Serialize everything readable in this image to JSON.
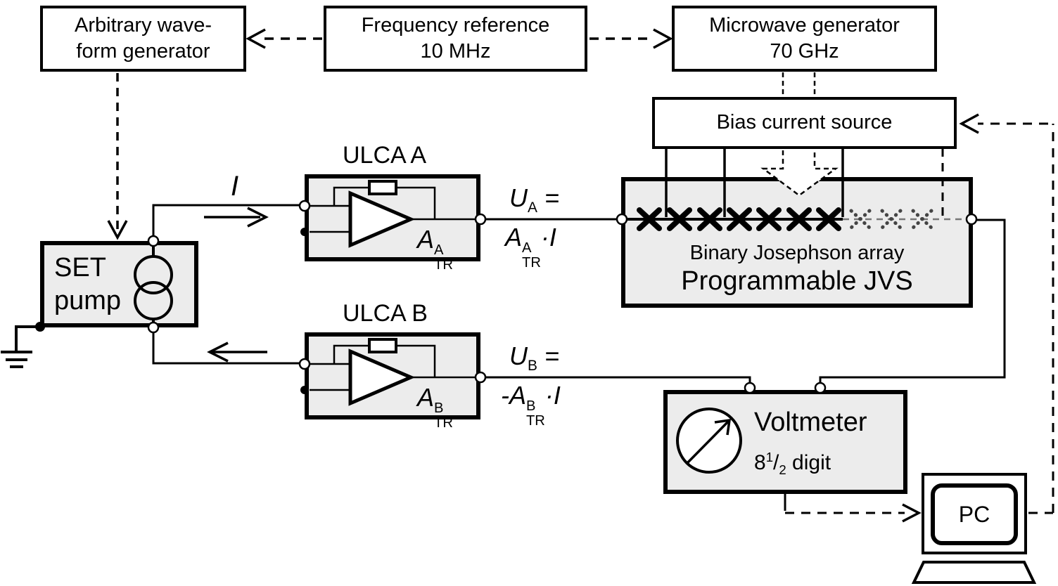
{
  "boxes": {
    "awg": {
      "line1": "Arbitrary wave-",
      "line2": "form generator"
    },
    "freq_ref": {
      "line1": "Frequency reference",
      "line2": "10 MHz"
    },
    "microwave": {
      "line1": "Microwave generator",
      "line2": "70 GHz"
    },
    "bias": {
      "label": "Bias current source"
    },
    "jvs": {
      "line1": "Binary Josephson array",
      "line2": "Programmable JVS"
    },
    "ulca_a": {
      "title": "ULCA A"
    },
    "ulca_b": {
      "title": "ULCA B"
    },
    "set_pump": {
      "line1": "SET",
      "line2": "pump"
    },
    "voltmeter": {
      "title": "Voltmeter"
    },
    "pc": {
      "label": "PC"
    }
  },
  "labels": {
    "current": "I",
    "ua": {
      "base": "U",
      "sub": "A",
      "eq": " ="
    },
    "ua_expr": {
      "base": "A",
      "sup": "A",
      "sub": "TR",
      "rest": "·I"
    },
    "ub": {
      "base": "U",
      "sub": "B",
      "eq": " ="
    },
    "ub_expr": {
      "base": "-A",
      "sup": "B",
      "sub": "TR",
      "rest": "·I"
    },
    "atr_a": {
      "base": "A",
      "sup": "A",
      "sub": "TR"
    },
    "atr_b": {
      "base": "A",
      "sup": "B",
      "sub": "TR"
    },
    "voltmeter_digits": {
      "num": "8",
      "sup": "1",
      "slash": "/",
      "sub": "2",
      "rest": " digit"
    }
  },
  "colors": {
    "line": "#000000",
    "box_fill": "#ececec",
    "faded_junction": "#555555"
  }
}
